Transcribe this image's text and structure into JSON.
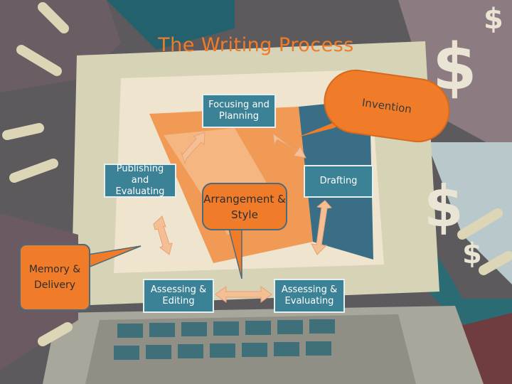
{
  "title": "The Writing Process",
  "boxes": {
    "focusing": "Focusing and Planning",
    "drafting": "Drafting",
    "assessing_evaluating": "Assessing & Evaluating",
    "assessing_editing": "Assessing & Editing",
    "publishing": "Publishing and Evaluating"
  },
  "callouts": {
    "invention": "Invention",
    "arrangement": "Arrangement & Style",
    "memory": "Memory & Delivery"
  },
  "colors": {
    "process_box": "#3b8296",
    "callout": "#f07c2a",
    "arrow": "#f4bf95",
    "title": "#f07c2a"
  }
}
